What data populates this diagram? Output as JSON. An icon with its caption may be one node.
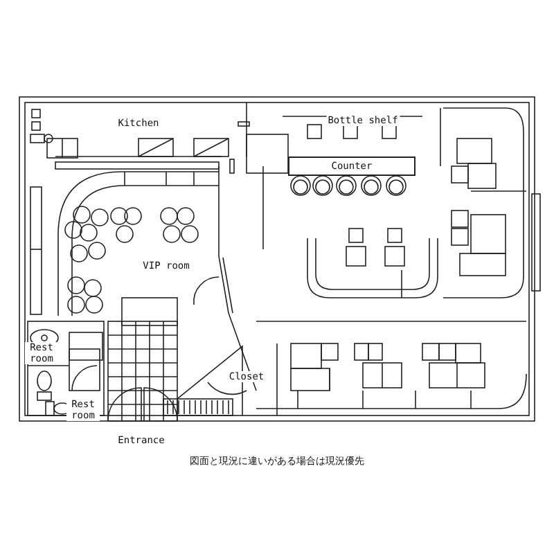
{
  "diagram": {
    "caption": "図面と現況に違いがある場合は現況優先",
    "nodes": [
      {
        "text": [
          "Counter"
        ]
      }
    ],
    "labels": [
      "Kitchen",
      "Bottle shelf",
      "VIP room",
      "Rest room",
      "Closet",
      "Rest room",
      "Entrance"
    ]
  }
}
